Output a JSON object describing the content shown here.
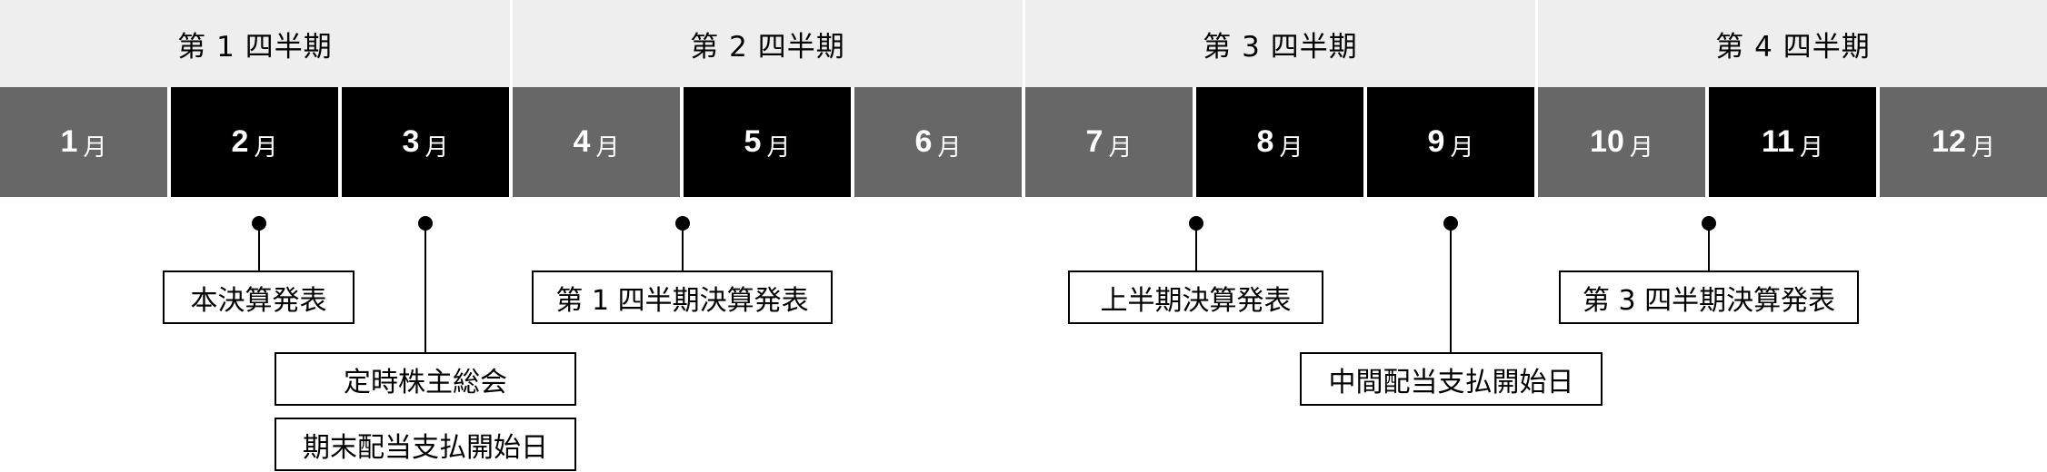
{
  "quarters": [
    {
      "label": "第 1 四半期"
    },
    {
      "label": "第 2 四半期"
    },
    {
      "label": "第 3 四半期"
    },
    {
      "label": "第 4 四半期"
    }
  ],
  "months": [
    {
      "num": "1",
      "unit": "月",
      "shade": "gray"
    },
    {
      "num": "2",
      "unit": "月",
      "shade": "black"
    },
    {
      "num": "3",
      "unit": "月",
      "shade": "black"
    },
    {
      "num": "4",
      "unit": "月",
      "shade": "gray"
    },
    {
      "num": "5",
      "unit": "月",
      "shade": "black"
    },
    {
      "num": "6",
      "unit": "月",
      "shade": "gray"
    },
    {
      "num": "7",
      "unit": "月",
      "shade": "gray"
    },
    {
      "num": "8",
      "unit": "月",
      "shade": "black"
    },
    {
      "num": "9",
      "unit": "月",
      "shade": "black"
    },
    {
      "num": "10",
      "unit": "月",
      "shade": "gray"
    },
    {
      "num": "11",
      "unit": "月",
      "shade": "black"
    },
    {
      "num": "12",
      "unit": "月",
      "shade": "gray"
    }
  ],
  "events": [
    {
      "label": "本決算発表"
    },
    {
      "label": "定時株主総会"
    },
    {
      "label": "期末配当支払開始日"
    },
    {
      "label": "第 1 四半期決算発表"
    },
    {
      "label": "上半期決算発表"
    },
    {
      "label": "中間配当支払開始日"
    },
    {
      "label": "第 3 四半期決算発表"
    }
  ],
  "colors": {
    "quarter_bg": "#eeeeee",
    "month_gray": "#676767",
    "month_black": "#000000"
  }
}
